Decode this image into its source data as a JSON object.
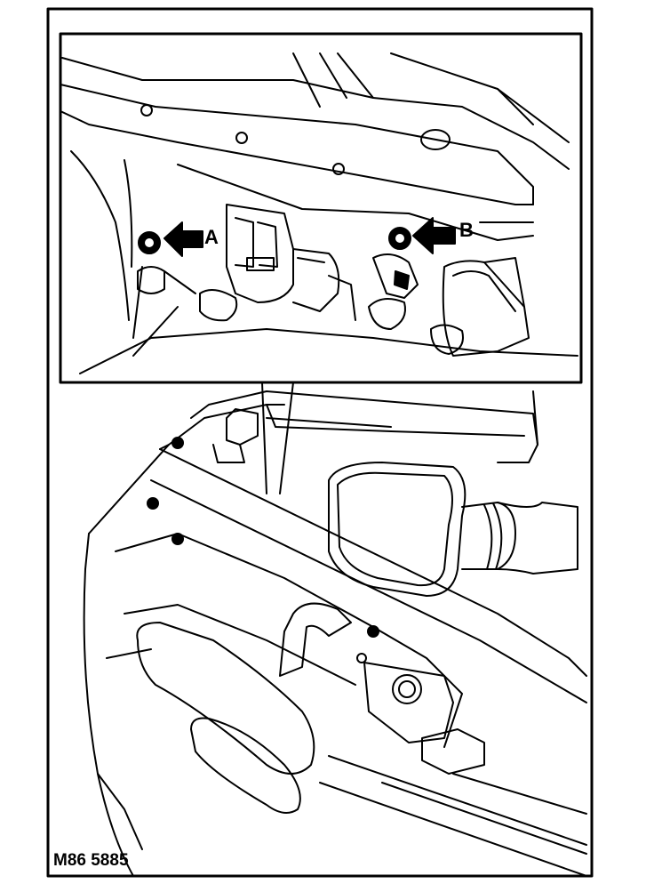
{
  "figure": {
    "reference": "M86 5885",
    "callouts": {
      "a": "A",
      "b": "B"
    },
    "line_color": "#000000",
    "background": "#ffffff"
  }
}
